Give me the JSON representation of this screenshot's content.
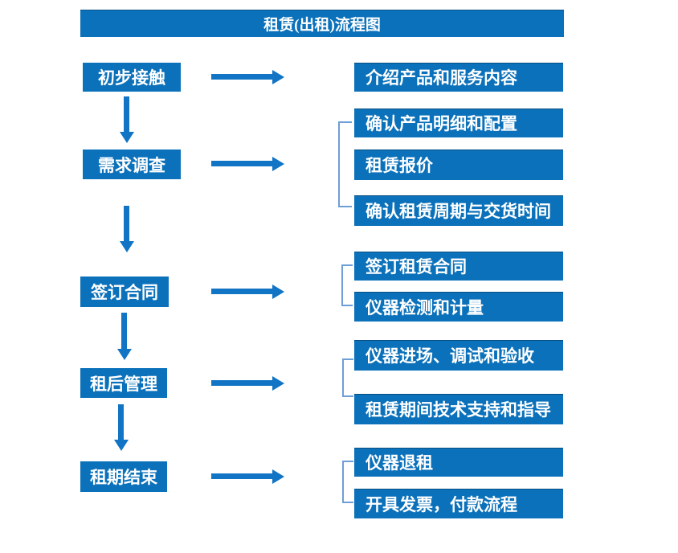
{
  "title": "租赁(出租)流程图",
  "colors": {
    "box_blue": "#0B71BA",
    "arrow_blue": "#1174C4",
    "bracket_blue": "#6E9ED6",
    "text": "#FFFFFF",
    "background": "#FFFFFF"
  },
  "flow": [
    {
      "step": "初步接触",
      "outputs": [
        "介绍产品和服务内容"
      ]
    },
    {
      "step": "需求调查",
      "outputs": [
        "确认产品明细和配置",
        "租赁报价",
        "确认租赁周期与交货时间"
      ]
    },
    {
      "step": "签订合同",
      "outputs": [
        "签订租赁合同",
        "仪器检测和计量"
      ]
    },
    {
      "step": "租后管理",
      "outputs": [
        "仪器进场、调试和验收",
        "租赁期间技术支持和指导"
      ]
    },
    {
      "step": "租期结束",
      "outputs": [
        "仪器退租",
        "开具发票，付款流程"
      ]
    }
  ]
}
